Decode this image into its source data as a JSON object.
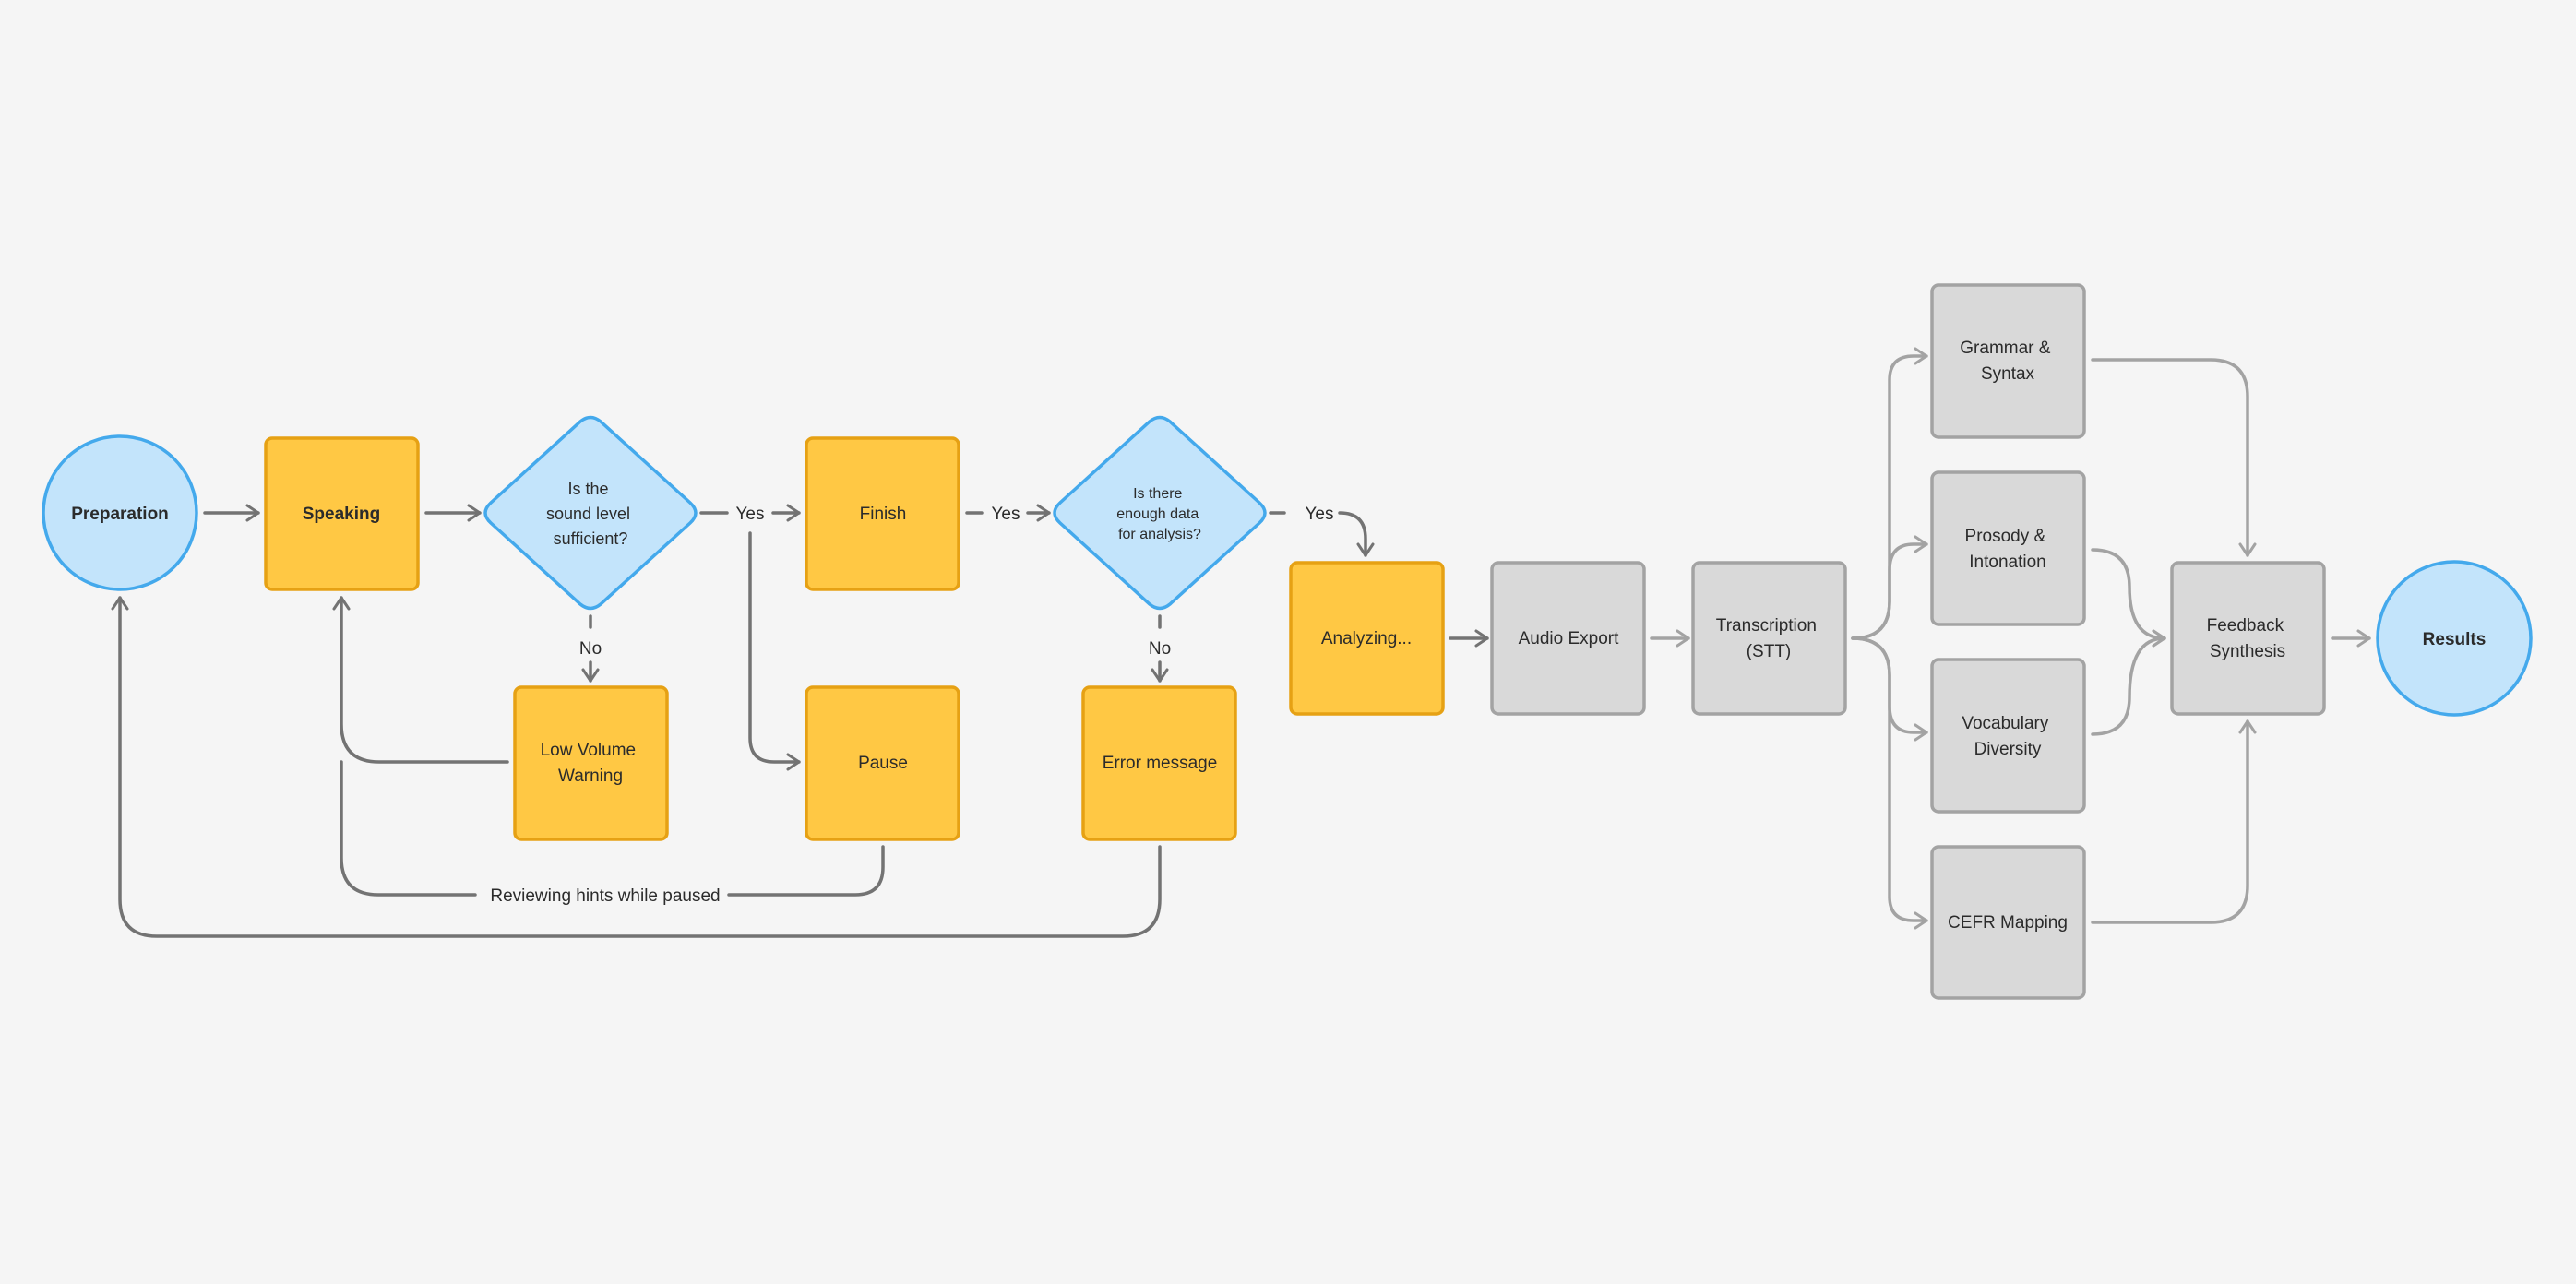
{
  "colors": {
    "background": "#f5f5f5",
    "start_end_fill": "#c3e4fb",
    "start_end_stroke": "#44a9ec",
    "process_fill": "#ffc844",
    "process_stroke": "#e6a114",
    "backend_fill": "#d9d9d9",
    "backend_stroke": "#a3a3a3",
    "connector": "#737373",
    "backend_connector": "#a3a3a3"
  },
  "nodes": {
    "preparation": "Preparation",
    "speaking": "Speaking",
    "decision_sound": [
      "Is the",
      "sound level",
      "sufficient?"
    ],
    "finish": "Finish",
    "decision_data": [
      "Is there",
      "enough data",
      "for analysis?"
    ],
    "analyzing": "Analyzing...",
    "low_volume": [
      "Low Volume",
      "Warning"
    ],
    "pause": "Pause",
    "error": "Error message",
    "audio_export": "Audio Export",
    "transcription": [
      "Transcription",
      "(STT)"
    ],
    "grammar": [
      "Grammar &",
      "Syntax"
    ],
    "prosody": [
      "Prosody &",
      "Intonation"
    ],
    "vocabulary": [
      "Vocabulary",
      "Diversity"
    ],
    "cefr": "CEFR Mapping",
    "feedback": [
      "Feedback",
      "Synthesis"
    ],
    "results": "Results"
  },
  "edge_labels": {
    "sound_yes": "Yes",
    "sound_no": "No",
    "finish_yes": "Yes",
    "data_yes": "Yes",
    "data_no": "No",
    "pause_loop": "Reviewing hints while paused"
  }
}
